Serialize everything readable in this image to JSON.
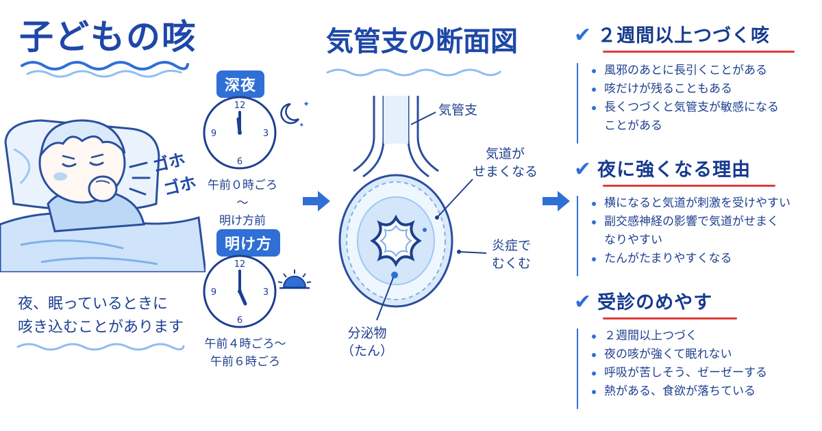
{
  "title": "子どもの咳",
  "child": {
    "cough_sound_1": "ゴホ",
    "cough_sound_2": "ゴホ",
    "caption_line1": "夜、眠っているときに",
    "caption_line2": "咳き込むことがあります"
  },
  "clocks": [
    {
      "badge": "深夜",
      "numerals": [
        "12",
        "3",
        "6",
        "9"
      ],
      "time_line1": "午前０時ごろ～",
      "time_line2": "明け方前",
      "icon": "moon-icon"
    },
    {
      "badge": "明け方",
      "numerals": [
        "12",
        "3",
        "6",
        "9"
      ],
      "time_line1": "午前４時ごろ～",
      "time_line2": "午前６時ごろ",
      "icon": "sunrise-icon"
    }
  ],
  "diagram": {
    "title": "気管支の断面図",
    "label_bronchus": "気管支",
    "label_narrow_line1": "気道が",
    "label_narrow_line2": "せまくなる",
    "label_inflam_line1": "炎症で",
    "label_inflam_line2": "むくむ",
    "label_secretion_line1": "分泌物",
    "label_secretion_line2": "（たん）"
  },
  "sections": [
    {
      "heading": "２週間以上つづく咳",
      "items": [
        "風邪のあとに長引くことがある",
        "咳だけが残ることもある",
        "長くつづくと気管支が敏感になる",
        "ことがある"
      ]
    },
    {
      "heading": "夜に強くなる理由",
      "items": [
        "横になると気道が刺激を受けやすい",
        "副交感神経の影響で気道がせまく",
        "なりやすい",
        "たんがたまりやすくなる"
      ]
    },
    {
      "heading": "受診のめやす",
      "items": [
        "２週間以上つづく",
        "夜の咳が強くて眠れない",
        "呼吸が苦しそう、ゼーゼーする",
        "熱がある、食欲が落ちている"
      ]
    }
  ],
  "colors": {
    "primary": "#1e47a8",
    "accent": "#2f6fd6",
    "underline": "#e03a3a",
    "light_blue": "#bcd8f5"
  }
}
